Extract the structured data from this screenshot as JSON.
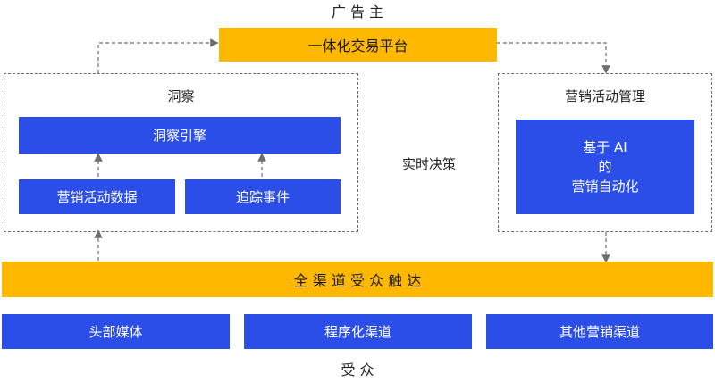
{
  "top_label": "广 告 主",
  "trading_platform": "一体化交易平台",
  "insight": {
    "label": "洞察",
    "engine": "洞察引擎",
    "marketing_data": "营销活动数据",
    "tracking_events": "追踪事件"
  },
  "realtime_decision": "实时决策",
  "campaign_mgmt": {
    "label": "营销活动管理",
    "ai_line1": "基于 AI",
    "ai_line2": "的",
    "ai_line3": "营销自动化"
  },
  "omnichannel": "全 渠 道 受 众 触 达",
  "channels": [
    "头部媒体",
    "程序化渠道",
    "其他营销渠道"
  ],
  "bottom_label": "受 众",
  "colors": {
    "blue": "#2b4ee8",
    "yellow": "#ffb800",
    "line": "#6e6e6e"
  }
}
